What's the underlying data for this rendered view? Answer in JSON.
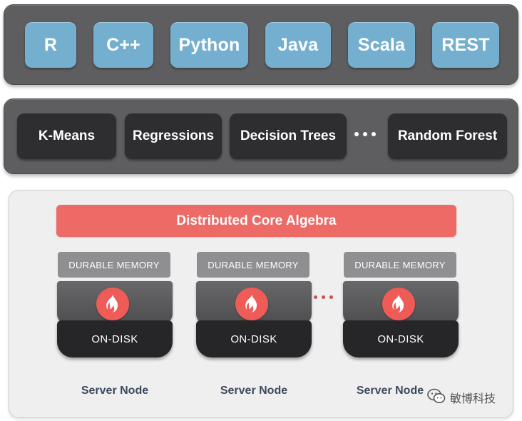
{
  "languages": [
    "R",
    "C++",
    "Python",
    "Java",
    "Scala",
    "REST"
  ],
  "algorithms": [
    "K-Means",
    "Regressions",
    "Decision Trees",
    "Random Forest"
  ],
  "core_title": "Distributed Core Algebra",
  "nodes": [
    {
      "memory": "DURABLE MEMORY",
      "disk": "ON-DISK",
      "label": "Server Node"
    },
    {
      "memory": "DURABLE MEMORY",
      "disk": "ON-DISK",
      "label": "Server Node"
    },
    {
      "memory": "DURABLE MEMORY",
      "disk": "ON-DISK",
      "label": "Server Node"
    }
  ],
  "watermark": "敏博科技",
  "icons": {
    "node": "flame-icon",
    "watermark": "wechat-icon"
  },
  "colors": {
    "language_button": "#74afd0",
    "algorithm_button": "#2e2e30",
    "core_bar": "#ee6a66",
    "flame_circle": "#ef5b57",
    "panel_dark": "#5e5e60",
    "panel_light": "#efeff0"
  }
}
